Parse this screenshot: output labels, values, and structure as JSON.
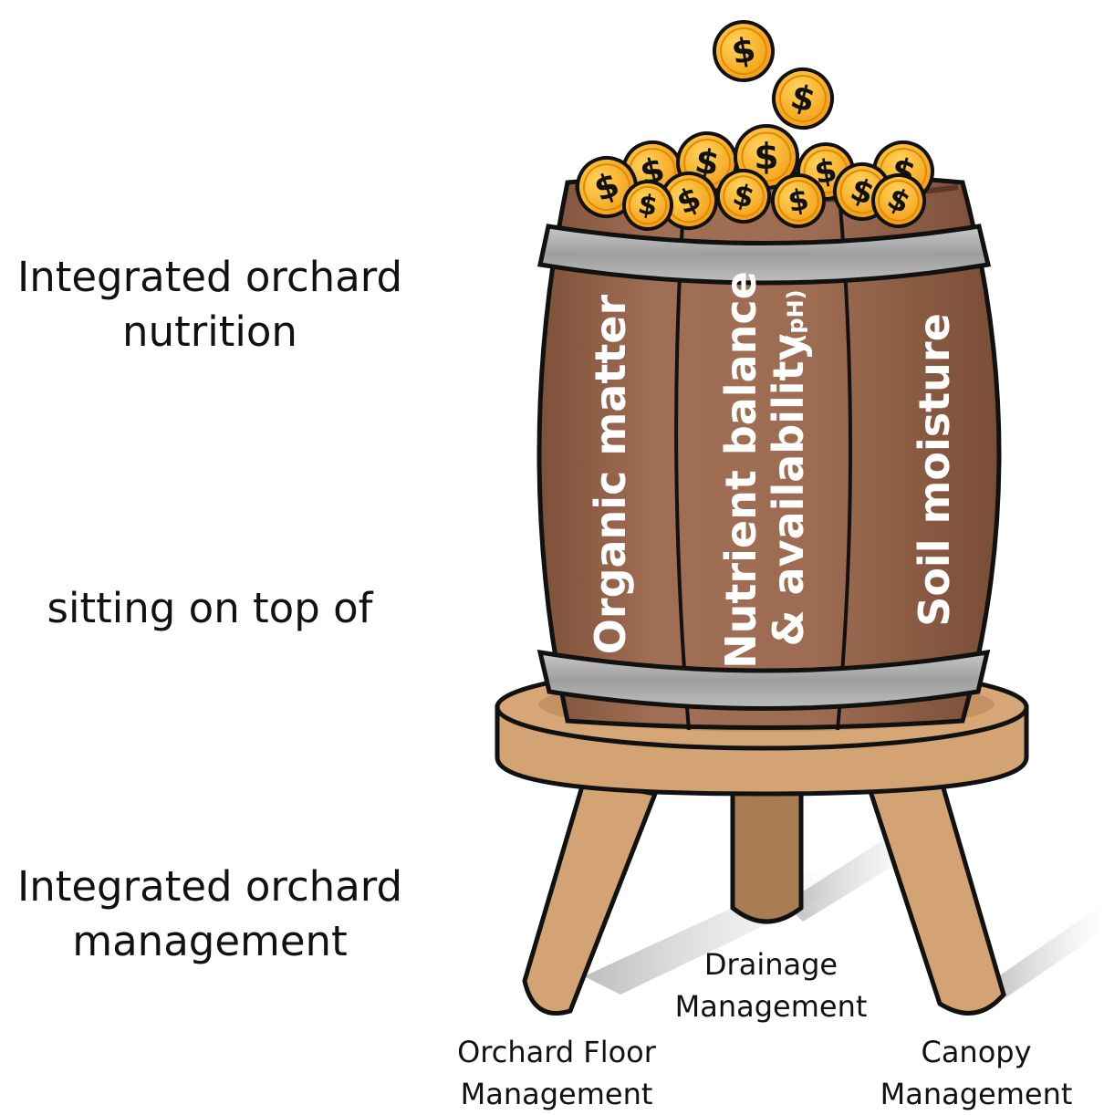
{
  "left_labels": {
    "top": [
      "Integrated orchard",
      "nutrition"
    ],
    "middle": [
      "sitting on top of"
    ],
    "bottom": [
      "Integrated orchard",
      "management"
    ]
  },
  "barrel_staves": [
    {
      "id": "organic",
      "text": "Organic matter"
    },
    {
      "id": "nutrient",
      "line1": "Nutrient balance",
      "line2": "& availability",
      "small": "(pH)"
    },
    {
      "id": "moisture",
      "text": "Soil moisture"
    }
  ],
  "stool_legs": {
    "drainage": [
      "Drainage",
      "Management"
    ],
    "floor": [
      "Orchard Floor",
      "Management"
    ],
    "canopy": [
      "Canopy",
      "Management"
    ]
  },
  "coin_symbol": "$",
  "colors": {
    "barrel_wood": "#9c6b51",
    "barrel_dark": "#7a4e38",
    "hoop": "#a9a9a9",
    "stool_wood": "#d4a373",
    "stool_dark": "#a87c52",
    "coin": "#f5a623",
    "coin_light": "#ffcf4a"
  }
}
